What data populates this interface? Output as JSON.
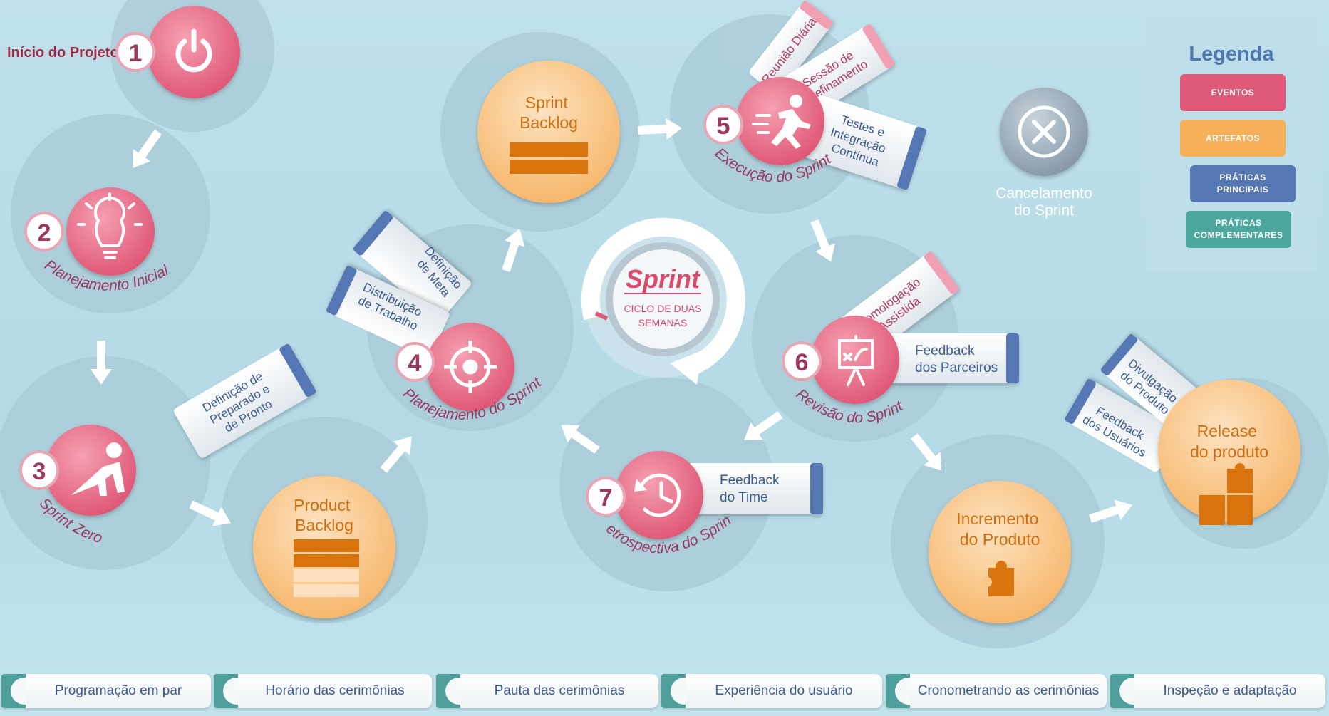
{
  "colors": {
    "evento": "#e05a78",
    "artefato": "#f2a650",
    "pratica_principal": "#5577b3",
    "pratica_complementar": "#4ea79e",
    "step_text": "#9a3860",
    "artefato_text": "#d06d10"
  },
  "start_label": "Início do Projeto",
  "steps": [
    {
      "num": "1",
      "icon": "power-icon"
    },
    {
      "num": "2",
      "icon": "lightbulb-icon",
      "label": "Planejamento Inicial"
    },
    {
      "num": "3",
      "icon": "stretch-icon",
      "label": "Sprint Zero"
    },
    {
      "num": "4",
      "icon": "target-icon",
      "label": "Planejamento do Sprint"
    },
    {
      "num": "5",
      "icon": "running-person-icon",
      "label": "Execução do Sprint"
    },
    {
      "num": "6",
      "icon": "presentation-board-icon",
      "label": "Revisão do Sprint"
    },
    {
      "num": "7",
      "icon": "clock-rewind-icon",
      "label": "Retrospectiva do Sprint"
    }
  ],
  "artifacts": {
    "product_backlog": [
      "Product",
      "Backlog"
    ],
    "sprint_backlog": [
      "Sprint",
      "Backlog"
    ],
    "incremento": [
      "Incremento",
      "do Produto"
    ],
    "release": [
      "Release",
      "do produto"
    ]
  },
  "practices": {
    "definicao_preparado": [
      "Definição de",
      "Preparado e",
      "de Pronto"
    ],
    "distribuicao": [
      "Distribuição",
      "de Trabalho"
    ],
    "definicao_meta": [
      "Definição",
      "de Meta"
    ],
    "reuniao_diaria": [
      "Reunião Diária"
    ],
    "sessao_refinamento": [
      "Sessão de",
      "Refinamento"
    ],
    "testes": [
      "Testes e",
      "Integração",
      "Contínua"
    ],
    "homologacao": [
      "Homologação",
      "Assistida"
    ],
    "feedback_parceiros": [
      "Feedback",
      "dos Parceiros"
    ],
    "feedback_time": [
      "Feedback",
      "do Time"
    ],
    "feedback_usuarios": [
      "Feedback",
      "dos Usuários"
    ],
    "divulgacao": [
      "Divulgação",
      "do Produto"
    ]
  },
  "sprint_center": {
    "title": "Sprint",
    "subtitle_1": "CICLO DE DUAS",
    "subtitle_2": "SEMANAS"
  },
  "cancel": {
    "icon": "close-icon",
    "label_1": "Cancelamento",
    "label_2": "do Sprint"
  },
  "legend": {
    "title": "Legenda",
    "items": [
      {
        "label": "EVENTOS"
      },
      {
        "label": "ARTEFATOS"
      },
      {
        "label": "PRÁTICAS PRINCIPAIS"
      },
      {
        "label": "PRÁTICAS COMPLEMENTARES"
      }
    ]
  },
  "bottom_tabs": [
    "Programação em par",
    "Horário das cerimônias",
    "Pauta das cerimônias",
    "Experiência do usuário",
    "Cronometrando as cerimônias",
    "Inspeção e adaptação"
  ]
}
